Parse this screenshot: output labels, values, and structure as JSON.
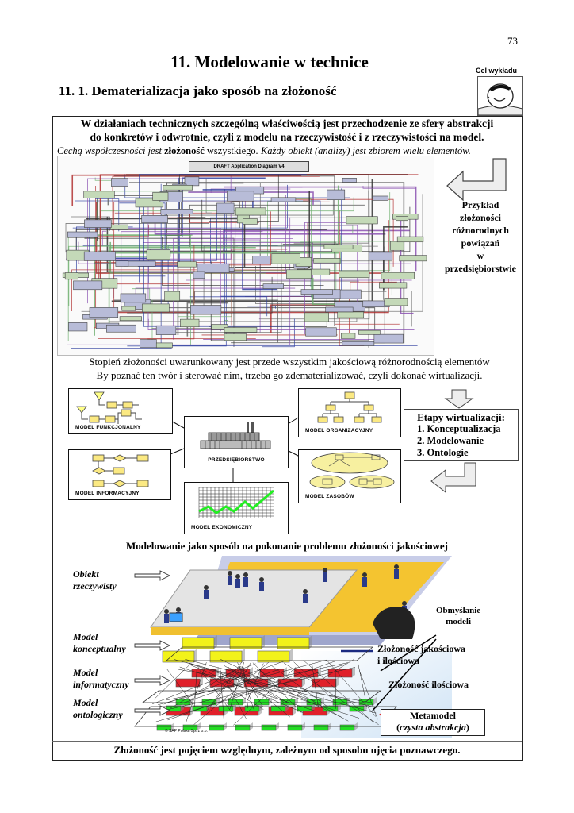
{
  "page": {
    "number": "73",
    "chapter_title": "11.  Modelowanie w technice",
    "section_title": "11. 1.  Dematerializacja jako sposób na złożoność",
    "lecture_goal_label": "Cel wykładu",
    "lecture_goal_icon": "smiling-face-icon"
  },
  "intro": {
    "line1": "W działaniach technicznych szczególną właściwością jest przechodzenie ze sfery abstrakcji",
    "line2": "do konkretów i odwrotnie, czyli z modelu na rzeczywistość i z rzeczywistości na model."
  },
  "cecha": {
    "part1": "Cechą współczesności jest ",
    "bold": "złożoność",
    "part2": " wszystkiego",
    "part3": ". Każdy obiekt (analizy) jest zbiorem wielu elementów."
  },
  "diagram": {
    "title": "DRAFT  Application Diagram V4",
    "caption_lines": [
      "Przykład",
      "złożoności",
      "różnorodnych",
      "powiązań",
      "w",
      "przedsiębiorstwie"
    ]
  },
  "stopien": {
    "line1": "Stopień złożoności uwarunkowany jest przede wszystkim jakościową różnorodnością elementów",
    "line2": "By poznać ten twór i sterować nim, trzeba go zdematerializować, czyli dokonać wirtualizacji."
  },
  "models": {
    "center": "PRZEDSIĘBIORSTWO",
    "funkcjonalny": "MODEL FUNKCJONALNY",
    "informacyjny": "MODEL INFORMACYJNY",
    "ekonomiczny": "MODEL EKONOMICZNY",
    "organizacyjny": "MODEL ORGANIZACYJNY",
    "zasobow": "MODEL ZASOBÓW"
  },
  "etapy": {
    "title": "Etapy wirtualizacji:",
    "items": [
      "1. Konceptualizacja",
      "2.  Modelowanie",
      "3. Ontologie"
    ]
  },
  "layers": {
    "heading": "Modelowanie jako sposób na pokonanie problemu złożoności jakościowej",
    "left_labels": [
      [
        "Obiekt",
        "rzeczywisty"
      ],
      [
        "Model",
        "konceptualny"
      ],
      [
        "Model",
        "informatyczny"
      ],
      [
        "Model",
        "ontologiczny"
      ]
    ],
    "obmyslanie": [
      "Obmyślanie",
      "modeli"
    ],
    "zlozonosc_jak": [
      "Złożoność jakościowa",
      "i ilościowa"
    ],
    "zlozonosc_il": "Złożoność  ilościowa",
    "metamodel": "Metamodel",
    "metamodel_sub": "czysta abstrakcja",
    "copyright": "© SAP Polska Sp. z o.o.",
    "colors": {
      "conceptual": "#f2f21a",
      "informatic": "#e0202a",
      "ontological": "#22dd22",
      "floor": "#f0c030"
    }
  },
  "footer": "Złożoność jest pojęciem względnym, zależnym  od sposobu ujęcia poznawczego."
}
